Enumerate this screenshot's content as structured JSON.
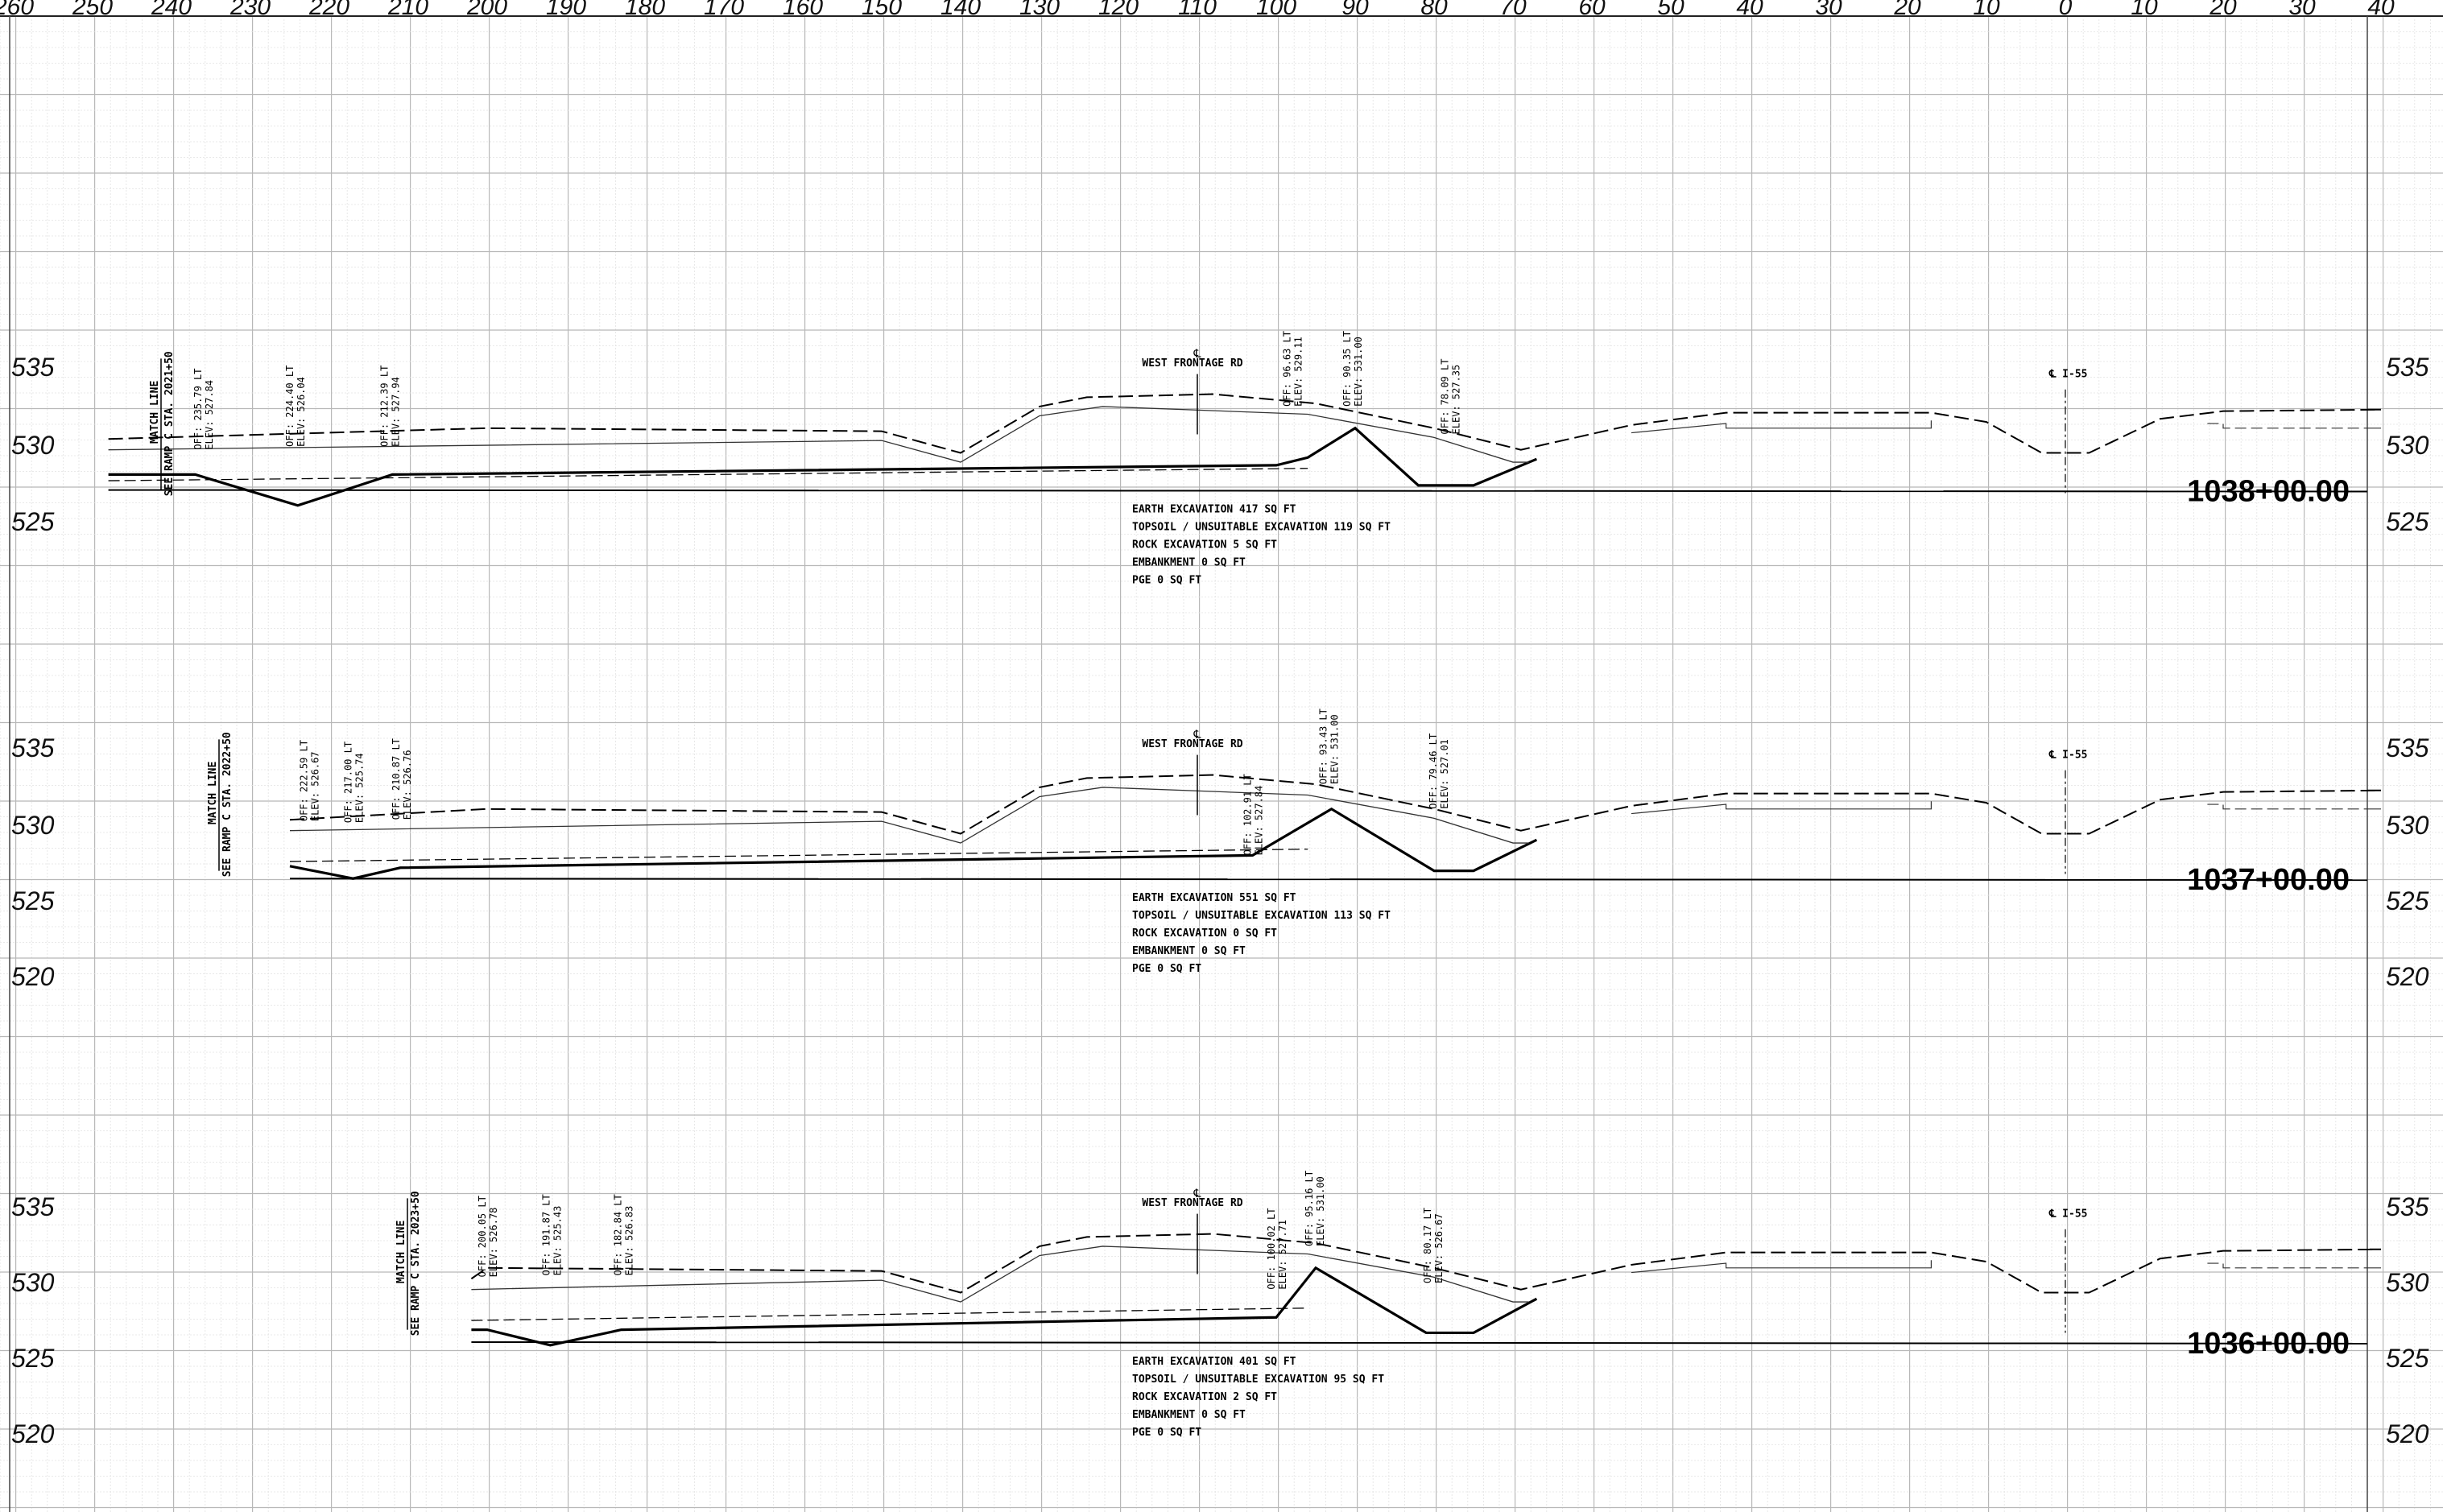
{
  "offset_labels": [
    "260",
    "250",
    "240",
    "230",
    "220",
    "210",
    "200",
    "190",
    "180",
    "170",
    "160",
    "150",
    "140",
    "130",
    "120",
    "110",
    "100",
    "90",
    "80",
    "70",
    "60",
    "50",
    "40",
    "30",
    "20",
    "10",
    "0",
    "10",
    "20",
    "30",
    "40"
  ],
  "sections": [
    {
      "id": "s1038",
      "station": "1038+00.00",
      "elev_labels": [
        "535",
        "530",
        "525"
      ],
      "match_line": [
        "MATCH LINE",
        "SEE RAMP C STA. 2021+50"
      ],
      "road_label": "WEST FRONTAGE RD",
      "cl_road_symbol": "℄",
      "cl_interstate": "℄ I-55",
      "callouts": [
        {
          "off": "OFF: 235.79 LT",
          "elev": "ELEV: 527.84"
        },
        {
          "off": "OFF: 224.40 LT",
          "elev": "ELEV: 526.04"
        },
        {
          "off": "OFF: 212.39 LT",
          "elev": "ELEV: 527.94"
        },
        {
          "off": "OFF: 96.63 LT",
          "elev": "ELEV: 529.11"
        },
        {
          "off": "OFF: 90.35 LT",
          "elev": "ELEV: 531.00"
        },
        {
          "off": "OFF: 78.09 LT",
          "elev": "ELEV: 527.35"
        }
      ],
      "quantities": [
        "EARTH EXCAVATION 417 SQ FT",
        "TOPSOIL / UNSUITABLE EXCAVATION 119 SQ FT",
        "ROCK EXCAVATION 5 SQ FT",
        "EMBANKMENT 0 SQ FT",
        "PGE 0 SQ FT"
      ]
    },
    {
      "id": "s1037",
      "station": "1037+00.00",
      "elev_labels": [
        "535",
        "530",
        "525",
        "520"
      ],
      "match_line": [
        "MATCH LINE",
        "SEE RAMP C STA. 2022+50"
      ],
      "road_label": "WEST FRONTAGE RD",
      "cl_road_symbol": "℄",
      "cl_interstate": "℄ I-55",
      "callouts": [
        {
          "off": "OFF: 222.59 LT",
          "elev": "ELEV: 526.67"
        },
        {
          "off": "OFF: 217.00 LT",
          "elev": "ELEV: 525.74"
        },
        {
          "off": "OFF: 210.87 LT",
          "elev": "ELEV: 526.76"
        },
        {
          "off": "OFF: 102.91 LT",
          "elev": "ELEV: 527.84"
        },
        {
          "off": "OFF: 93.43 LT",
          "elev": "ELEV: 531.00"
        },
        {
          "off": "OFF: 79.46 LT",
          "elev": "ELEV: 527.01"
        }
      ],
      "quantities": [
        "EARTH EXCAVATION 551 SQ FT",
        "TOPSOIL / UNSUITABLE EXCAVATION 113 SQ FT",
        "ROCK EXCAVATION 0 SQ FT",
        "EMBANKMENT 0 SQ FT",
        "PGE 0 SQ FT"
      ]
    },
    {
      "id": "s1036",
      "station": "1036+00.00",
      "elev_labels": [
        "535",
        "530",
        "525",
        "520"
      ],
      "match_line": [
        "MATCH LINE",
        "SEE RAMP C STA. 2023+50"
      ],
      "road_label": "WEST FRONTAGE RD",
      "cl_road_symbol": "℄",
      "cl_interstate": "℄ I-55",
      "callouts": [
        {
          "off": "OFF: 200.05 LT",
          "elev": "ELEV: 526.78"
        },
        {
          "off": "OFF: 191.87 LT",
          "elev": "ELEV: 525.43"
        },
        {
          "off": "OFF: 182.84 LT",
          "elev": "ELEV: 526.83"
        },
        {
          "off": "OFF: 100.02 LT",
          "elev": "ELEV: 527.71"
        },
        {
          "off": "OFF: 95.16 LT",
          "elev": "ELEV: 531.00"
        },
        {
          "off": "OFF: 80.17 LT",
          "elev": "ELEV: 526.67"
        }
      ],
      "quantities": [
        "EARTH EXCAVATION 401 SQ FT",
        "TOPSOIL / UNSUITABLE EXCAVATION 95 SQ FT",
        "ROCK EXCAVATION 2 SQ FT",
        "EMBANKMENT 0 SQ FT",
        "PGE 0 SQ FT"
      ]
    }
  ]
}
